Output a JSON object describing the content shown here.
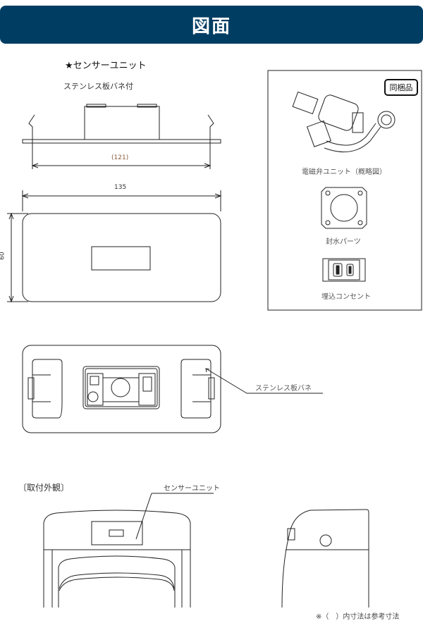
{
  "header": {
    "title": "図面"
  },
  "sensor_unit": {
    "title": "★センサーユニット",
    "subtitle": "ステンレス板バネ付",
    "dim_width_ref": "(121)",
    "dim_width": "135",
    "dim_height": "60",
    "spring_label": "ステンレス板バネ"
  },
  "included_parts": {
    "badge": "同梱品",
    "items": [
      {
        "label": "電磁弁ユニット（概略図）"
      },
      {
        "label": "封水パーツ"
      },
      {
        "label": "埋込コンセント"
      }
    ]
  },
  "installation": {
    "title": "〔取付外観〕",
    "sensor_label": "センサーユニット"
  },
  "footnote": "※（　）内寸法は参考寸法"
}
